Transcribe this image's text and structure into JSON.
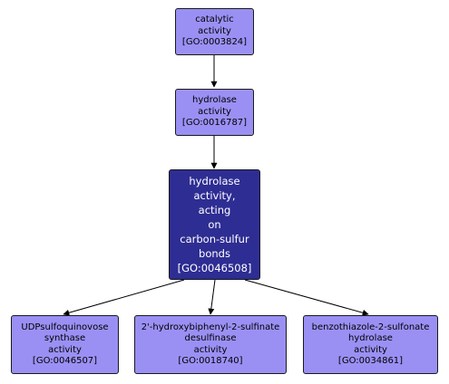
{
  "colors": {
    "node_fill": "#9a90f4",
    "focus_fill": "#2e2d93",
    "border": "#1a1a1a",
    "edge": "#000000"
  },
  "nodes": [
    {
      "id": "catalytic",
      "lines": [
        "catalytic",
        "activity",
        "[GO:0003824]"
      ]
    },
    {
      "id": "hydrolase",
      "lines": [
        "hydrolase",
        "activity",
        "[GO:0016787]"
      ]
    },
    {
      "id": "focus",
      "lines": [
        "hydrolase",
        "activity,",
        "acting",
        "on",
        "carbon-sulfur",
        "bonds",
        "[GO:0046508]"
      ]
    },
    {
      "id": "udp",
      "lines": [
        "UDPsulfoquinovose",
        "synthase",
        "activity",
        "[GO:0046507]"
      ]
    },
    {
      "id": "hbp",
      "lines": [
        "2'-hydroxybiphenyl-2-sulfinate",
        "desulfinase",
        "activity",
        "[GO:0018740]"
      ]
    },
    {
      "id": "btz",
      "lines": [
        "benzothiazole-2-sulfonate",
        "hydrolase",
        "activity",
        "[GO:0034861]"
      ]
    }
  ]
}
